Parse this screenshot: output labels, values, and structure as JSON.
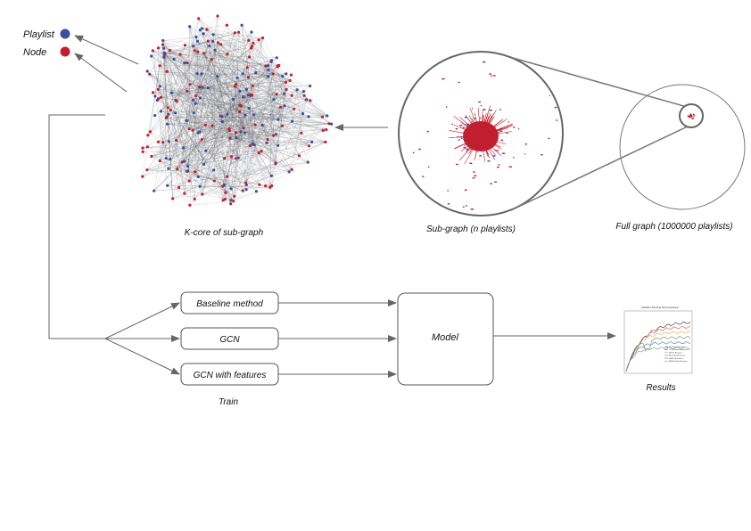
{
  "legend": {
    "playlist_label": "Playlist",
    "node_label": "Node",
    "playlist_color": "#3b4ea3",
    "node_color": "#c0202e"
  },
  "captions": {
    "kcore": "K-core of sub-graph",
    "subgraph": "Sub-graph (n playlists)",
    "fullgraph": "Full graph (1000000 playlists)"
  },
  "methods": {
    "baseline": "Baseline method",
    "gcn": "GCN",
    "gcn_features": "GCN with features",
    "train_label": "Train"
  },
  "model_label": "Model",
  "results": {
    "label": "Results",
    "chart_title": "Validation Recall @ 500 Comparison",
    "legend_items": [
      "GCN Normalization",
      "GCN Unified Normalized",
      "MF 5% Features",
      "MF Unified Features",
      "SAGE No features",
      "SAGE Unified Features"
    ],
    "series_colors": [
      "#2a2a2a",
      "#d9534f",
      "#e8a33c",
      "#5b9a3c",
      "#4a6fb5",
      "#8a8a8a"
    ]
  }
}
